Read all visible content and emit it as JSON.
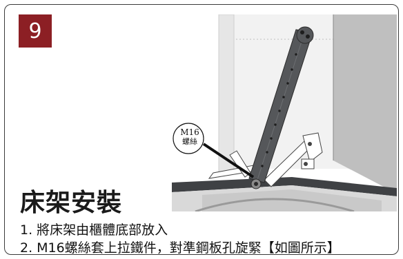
{
  "step": {
    "number": "9"
  },
  "title": "床架安裝",
  "instructions": [
    "1. 將床架由櫃體底部放入",
    "2. M16螺絲套上拉鐵件，對準鋼板孔旋緊【如圖所示】"
  ],
  "callout": {
    "line1": "M16",
    "line2": "螺絲"
  },
  "colors": {
    "badge": "#8c1f24",
    "border": "#3a3a3a",
    "plate": "#55575a"
  }
}
